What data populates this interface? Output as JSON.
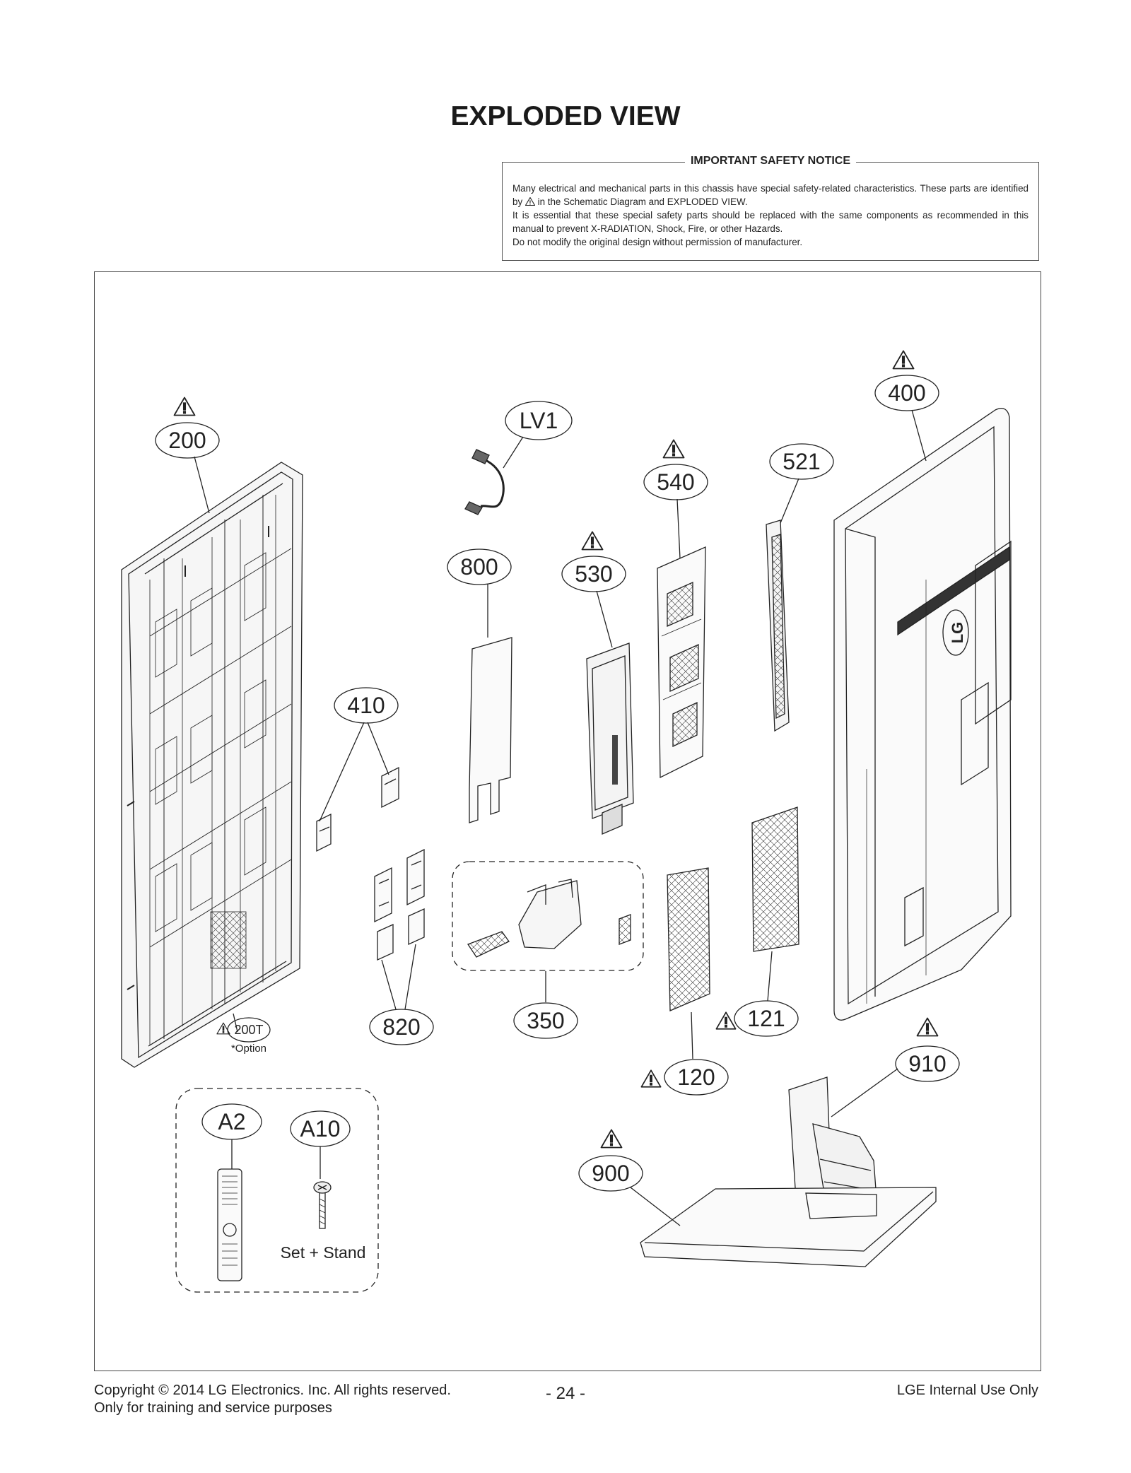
{
  "page": {
    "title": "EXPLODED VIEW"
  },
  "safety_notice": {
    "heading": "IMPORTANT SAFETY NOTICE",
    "line1": "Many electrical and mechanical parts in this chassis have special safety-related characteristics. These parts are identified by",
    "line1_end": "in the Schematic Diagram and EXPLODED VIEW.",
    "line2": "It is essential that these special safety parts should be replaced with the same components as recommended in this manual to prevent X-RADIATION, Shock, Fire, or other Hazards.",
    "line3": "Do not modify the original design without permission of manufacturer."
  },
  "labels": {
    "p200": "200",
    "p200t": "200T",
    "p200t_note": "*Option",
    "p400": "400",
    "p410": "410",
    "p521": "521",
    "p530": "530",
    "p540": "540",
    "p800": "800",
    "p820": "820",
    "p350": "350",
    "p120": "120",
    "p121": "121",
    "p900": "900",
    "p910": "910",
    "pLV1": "LV1",
    "pA2": "A2",
    "pA10": "A10",
    "set_stand": "Set + Stand",
    "brand_logo": "LG"
  },
  "footer": {
    "copyright": "Copyright  © 2014 LG Electronics. Inc. All rights reserved.",
    "training": "Only for training and service purposes",
    "page_number": "- 24 -",
    "internal": "LGE Internal Use Only"
  }
}
